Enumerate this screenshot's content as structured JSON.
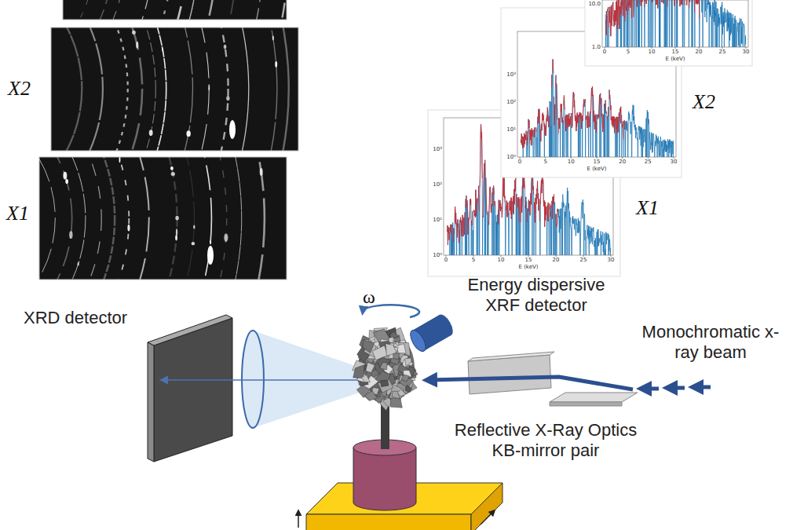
{
  "diagram": {
    "labels": [
      "X2",
      "X1",
      "10.0",
      "1.0",
      "0",
      "5",
      "10",
      "15",
      "20",
      "25",
      "30",
      "E (keV)",
      "10³",
      "10²",
      "10¹",
      "10⁰",
      "0",
      "5",
      "10",
      "15",
      "20",
      "25",
      "30",
      "E (keV)",
      "X2",
      "10³",
      "10²",
      "10¹",
      "10⁰",
      "0",
      "5",
      "10",
      "15",
      "20",
      "25",
      "30",
      "E (keV)",
      "X1",
      "ω",
      "Energy dispersive XRF detector",
      "XRD detector",
      "Monochromatic x-ray beam",
      "Reflective X-Ray Optics KB-mirror pair"
    ]
  }
}
